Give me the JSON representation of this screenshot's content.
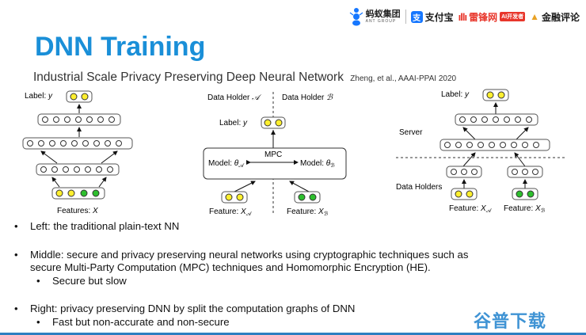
{
  "logos": {
    "ant_name": "蚂蚁集团",
    "ant_sub": "ANT GROUP",
    "alipay": "支付宝",
    "leifeng": "雷锋网",
    "leifeng_tag": "AI开发者",
    "jinrong": "金融评论"
  },
  "title": "DNN Training",
  "subtitle": "Industrial Scale Privacy Preserving Deep Neural Network",
  "citation": "Zheng, et al., AAAI-PPAI 2020",
  "diagram": {
    "left": {
      "label": "Label: ",
      "label_var": "y",
      "features": "Features: ",
      "features_var": "X"
    },
    "middle": {
      "holder_a": "Data Holder ",
      "holder_a_var": "𝒜",
      "holder_b": "Data Holder ",
      "holder_b_var": "ℬ",
      "label": "Label: ",
      "label_var": "y",
      "mpc": "MPC",
      "model_a": "Model: ",
      "model_a_var": "θ",
      "model_a_sub": "𝒜",
      "model_b": "Model: ",
      "model_b_var": "θ",
      "model_b_sub": "ℬ",
      "feature_a": "Feature: ",
      "feature_a_var": "X",
      "feature_a_sub": "𝒜",
      "feature_b": "Feature: ",
      "feature_b_var": "X",
      "feature_b_sub": "ℬ"
    },
    "right": {
      "label": "Label: ",
      "label_var": "y",
      "server": "Server",
      "data_holders": "Data Holders",
      "feature_a": "Feature: ",
      "feature_a_var": "X",
      "feature_a_sub": "𝒜",
      "feature_b": "Feature: ",
      "feature_b_var": "X",
      "feature_b_sub": "ℬ"
    }
  },
  "bullets": [
    {
      "marker": "•",
      "text": "Left: the traditional plain-text NN"
    },
    {
      "marker": "•",
      "text": "Middle: secure and privacy preserving neural networks using cryptographic techniques such as"
    },
    {
      "marker": "",
      "text": "secure Multi-Party Computation (MPC) techniques and Homomorphic Encryption (HE)."
    },
    {
      "marker": "•",
      "text": "Secure but slow"
    },
    {
      "marker": "•",
      "text": "Right: privacy preserving DNN by split the computation graphs of DNN"
    },
    {
      "marker": "•",
      "text": "Fast but non-accurate and non-secure"
    }
  ],
  "watermark": "谷普下载",
  "colors": {
    "title": "#1a8fd8",
    "yellow_node": "#ffef2e",
    "green_node": "#2dbf2d",
    "accent_line": "#2e7fc1"
  }
}
